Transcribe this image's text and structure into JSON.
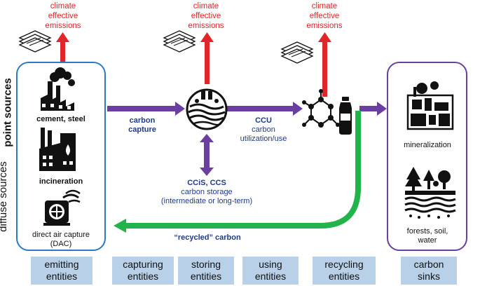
{
  "emission_label": "climate effective emissions",
  "left_side": {
    "point_sources": "point sources",
    "diffuse_sources": "diffuse sources"
  },
  "emitters": {
    "cement_steel": "cement, steel",
    "incineration": "incineration",
    "dac_line1": "direct air capture",
    "dac_line2": "(DAC)"
  },
  "flows": {
    "carbon_capture_line1": "carbon",
    "carbon_capture_line2": "capture",
    "ccu_title": "CCU",
    "ccu_line1": "carbon",
    "ccu_line2": "utilization/use",
    "ccs_title": "CCiS, CCS",
    "ccs_line1": "carbon storage",
    "ccs_line2": "(intermediate or long-term)",
    "recycled": "“recycled” carbon"
  },
  "sinks": {
    "mineralization": "mineralization",
    "forests_line1": "forests, soil,",
    "forests_line2": "water"
  },
  "categories": [
    {
      "line1": "emitting",
      "line2": "entities"
    },
    {
      "line1": "capturing",
      "line2": "entities"
    },
    {
      "line1": "storing",
      "line2": "entities"
    },
    {
      "line1": "using",
      "line2": "entities"
    },
    {
      "line1": "recycling",
      "line2": "entities"
    },
    {
      "line1": "carbon",
      "line2": "sinks"
    }
  ],
  "colors": {
    "emission_red": "#e0262a",
    "flow_purple": "#6b3fa0",
    "recycle_green": "#22b34a",
    "box_blue": "#2e78c6",
    "category_bg": "#b8d0e8",
    "text_navy": "#1f3a8a"
  }
}
